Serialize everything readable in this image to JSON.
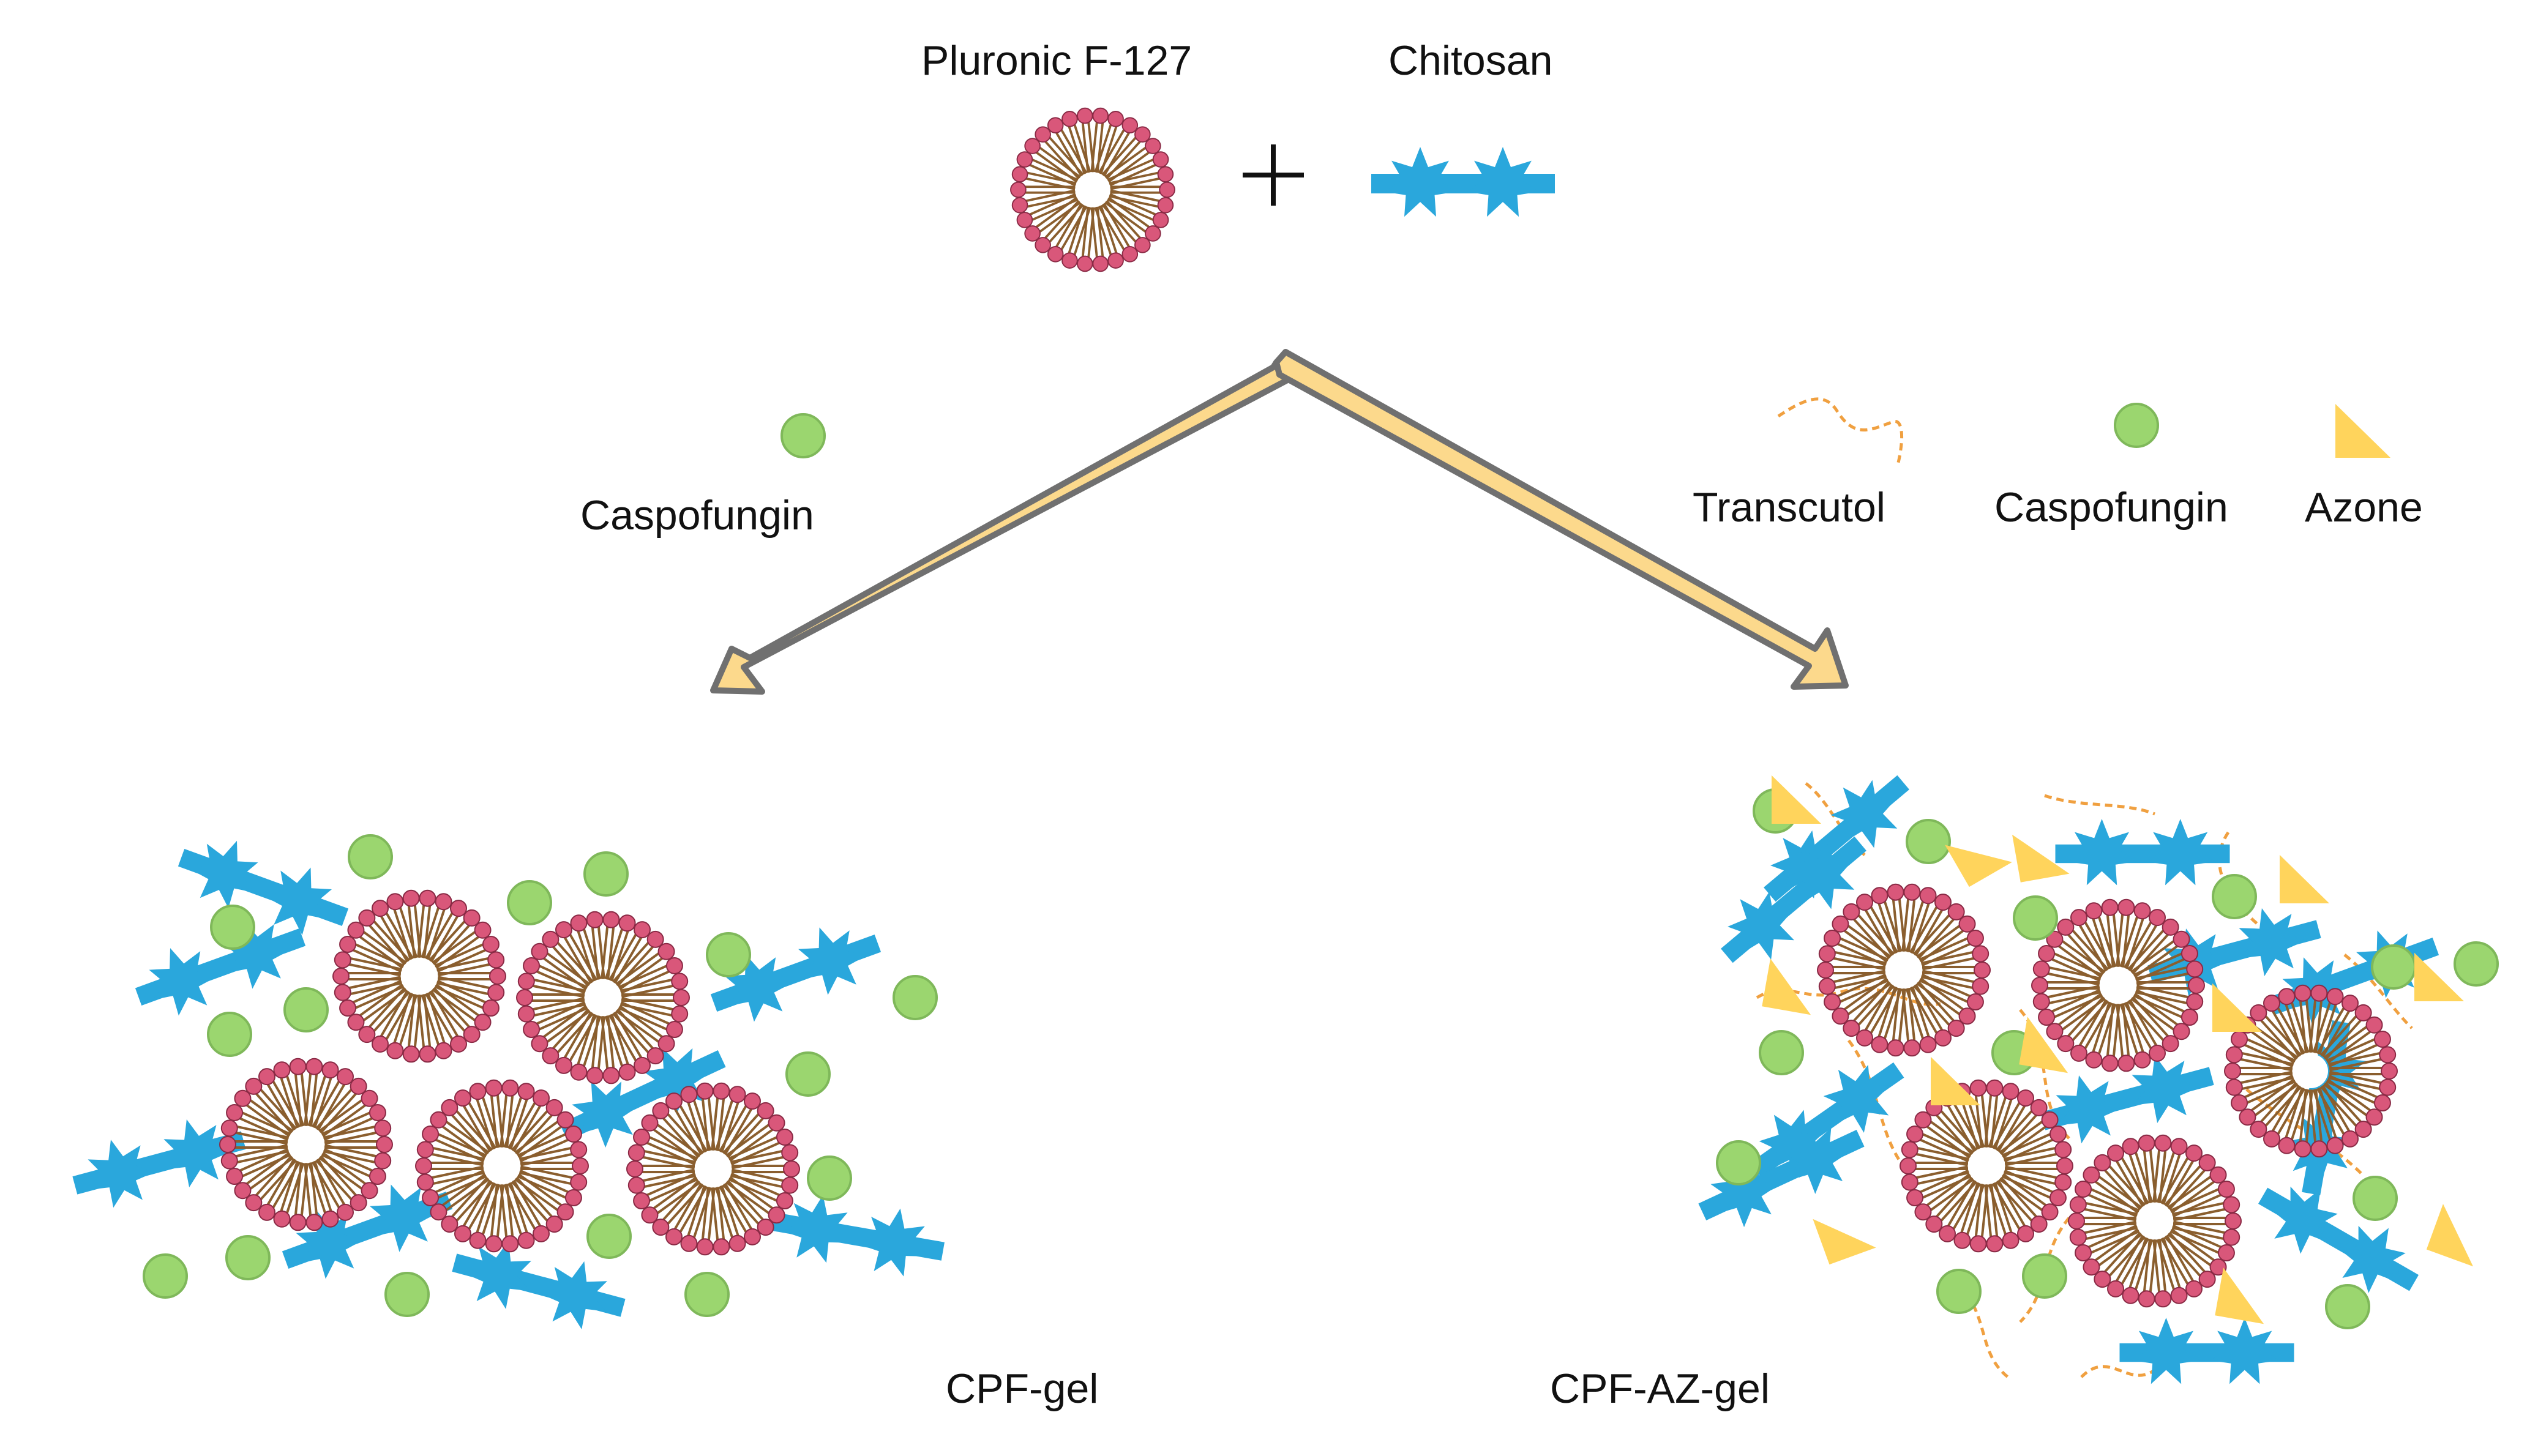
{
  "labels": {
    "pluronic": "Pluronic F-127",
    "chitosan": "Chitosan",
    "caspofungin_left": "Caspofungin",
    "transcutol": "Transcutol",
    "caspofungin_right": "Caspofungin",
    "azone": "Azone",
    "cpf_gel": "CPF-gel",
    "cpf_az_gel": "CPF-AZ-gel"
  },
  "plus_symbol": "+",
  "colors": {
    "micelle_head": "#d9577a",
    "micelle_tail": "#8a5e2e",
    "chitosan": "#2aa7dc",
    "caspofungin": "#9bd66f",
    "azone": "#ffd45c",
    "transcutol": "#f0a040",
    "arrow_fill": "#fcd98c",
    "arrow_stroke": "#707070"
  }
}
